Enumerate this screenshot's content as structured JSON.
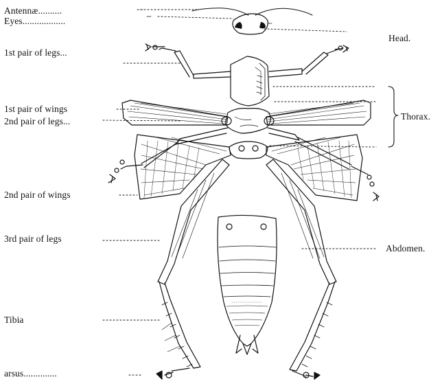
{
  "labels": {
    "antennae": "Antennæ..........",
    "eyes": "Eyes..................",
    "legs1": "1st pair of legs...",
    "wings1": "1st pair of wings",
    "legs2": "2nd pair of legs...",
    "wings2": "2nd pair of wings",
    "legs3": "3rd pair of legs",
    "tibia": "Tibia",
    "tarsus": "arsus..............",
    "head": "Head.",
    "thorax": "Thorax.",
    "abdomen": "Abdomen."
  },
  "colors": {
    "ink": "#111111",
    "paper": "#ffffff"
  }
}
